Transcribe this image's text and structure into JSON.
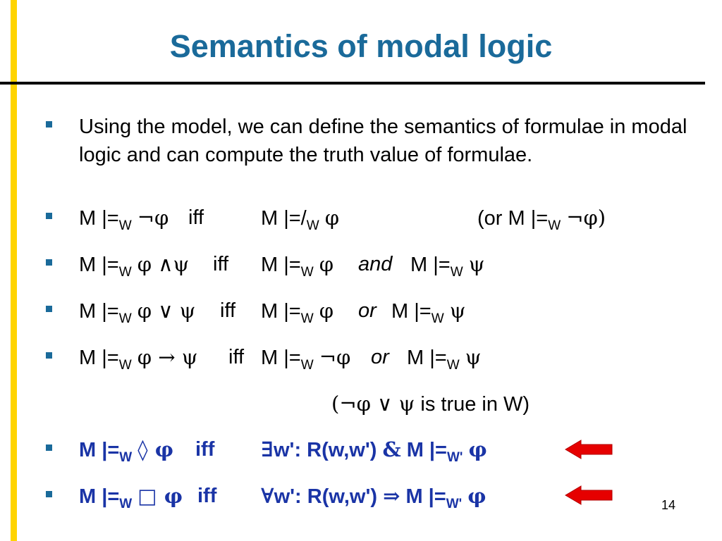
{
  "slide": {
    "title": "Semantics of modal logic",
    "intro": "Using the model, we can define the semantics of formulae in modal logic and can compute the truth value of formulae.",
    "page_number": "14",
    "colors": {
      "title": "#1a6a9a",
      "accent_bar": "#ffd400",
      "bullet": "#1a6a9a",
      "highlight_text": "#1a34a6",
      "arrow": "#e60000"
    }
  },
  "rules": {
    "neg": {
      "lhs_sym": "¬φ",
      "iff": "iff",
      "rhs_sym": "φ",
      "note": "(or M |=",
      "note_sym": "¬φ)"
    },
    "and": {
      "lhs_sym": "φ ∧ψ",
      "iff": "iff",
      "rhs1_sym": "φ",
      "conn": "and",
      "rhs2_sym": "ψ"
    },
    "or": {
      "lhs_sym": "φ ∨ ψ",
      "iff": "iff",
      "rhs1_sym": "φ",
      "conn": "or",
      "rhs2_sym": "ψ"
    },
    "imp": {
      "lhs_sym": "φ → ψ",
      "iff": "iff",
      "rhs1_sym": "¬φ",
      "conn": "or",
      "rhs2_sym": "ψ"
    },
    "imp_note": {
      "sym": "(¬φ ∨ ψ",
      "text": "is true in W)"
    },
    "dia": {
      "lhs_sym": "◊ φ",
      "iff": "iff",
      "quant": "∃",
      "cond": "w': R(w,w')",
      "op": "&",
      "rhs": "M |=",
      "sub": "W'",
      "tail": "φ"
    },
    "box": {
      "lhs_sym": "□ φ",
      "iff": "iff",
      "quant": "∀",
      "cond": "w': R(w,w')",
      "op": "⇒",
      "rhs": "M |=",
      "sub": "W'",
      "tail": "φ"
    }
  },
  "common": {
    "model": "M |=",
    "model_neg": "M |=/",
    "world": "W"
  }
}
